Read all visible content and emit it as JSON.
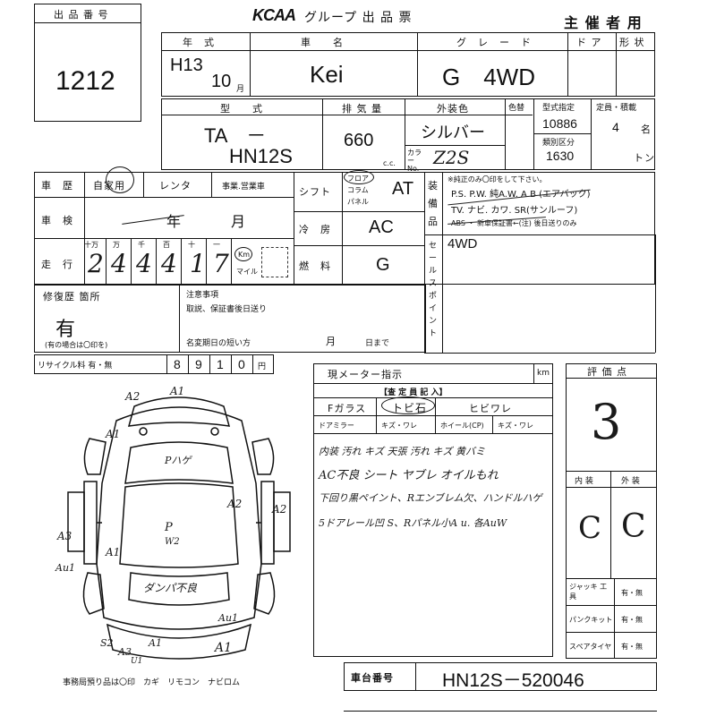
{
  "header": {
    "lot_label": "出 品 番 号",
    "lot_number": "1212",
    "brand": "KCAA",
    "title": "グループ 出 品 票",
    "organizer": "主 催 者 用"
  },
  "row1": {
    "year_label": "年　式",
    "year_era": "H13",
    "year_month": "10",
    "month_unit": "月",
    "name_label": "車　　名",
    "name_value": "Kei",
    "grade_label": "グ　レ　ー　ド",
    "grade_value": "G　4WD",
    "door_label": "ド ア",
    "shape_label": "形 状"
  },
  "row2": {
    "model_label": "型　　式",
    "model_prefix": "TA　－",
    "model_code": "HN12S",
    "displacement_label": "排 気 量",
    "displacement_value": "660",
    "cc_unit": "c.c.",
    "exterior_label": "外装色",
    "exterior_value": "シルバー",
    "color_no_label": "カラー No.",
    "color_no_value": "Z2S",
    "orig_color_label": "色替",
    "type_designation_label": "型式指定",
    "type_designation_value": "10886",
    "category_label": "類別区分",
    "category_value": "1630",
    "capacity_label": "定員・積載",
    "capacity_value": "4",
    "capacity_unit": "名",
    "load_unit": "トン"
  },
  "section3": {
    "history_label": "車　歴",
    "history_private": "自家用",
    "history_rental": "レンタ",
    "history_business": "事業.営業車",
    "inspection_label": "車　検",
    "inspection_year": "年",
    "inspection_month": "月",
    "mileage_label": "走　行",
    "digit_labels": [
      "十万",
      "万",
      "千",
      "百",
      "十",
      "一"
    ],
    "mileage_digits": [
      "2",
      "4",
      "4",
      "4",
      "1",
      "7"
    ],
    "km_label": "Km",
    "mile_label": "マイル",
    "shift_label": "シフト",
    "shift_options": [
      "フロア",
      "コラム",
      "パネル"
    ],
    "shift_value": "AT",
    "ac_label": "冷　房",
    "ac_value": "AC",
    "fuel_label": "燃　料",
    "fuel_value": "G",
    "equipment_label": "装備品",
    "equipment_note": "※純正のみ〇印をして下さい。",
    "equipment_lines": [
      "P.S. P.W. 純A.W. A B (エアバック)",
      "TV. ナビ. カワ. SR(サンルーフ)",
      "ABS ・ 新車保証書←(注) 後日送りのみ"
    ],
    "sales_point_label": "セールスポイント",
    "sales_point_value": "4WD"
  },
  "section4": {
    "repair_label": "修復歴 箇所",
    "repair_value": "有",
    "repair_note": "(有の場合は〇印を)",
    "notes_label": "注意事項",
    "notes_value": "取説、保証書後日送り",
    "transfer_label": "名変期日の短い方",
    "transfer_month": "月",
    "transfer_day": "日まで",
    "recycle_label": "リサイクル料 有・無",
    "recycle_digits": [
      "8",
      "9",
      "1",
      "0",
      "円"
    ]
  },
  "inspection": {
    "meter_label": "現メーター指示",
    "km_unit": "km",
    "inspector_header": "【査 定 員 記 入】",
    "glass_label": "Fガラス",
    "glass_value": "トビ石",
    "glass_crack": "ヒビワレ",
    "mirror_label": "ドアミラー",
    "mirror_value": "キズ・ワレ",
    "wheel_label": "ホイール(CP)",
    "wheel_value": "キズ・ワレ",
    "remarks": [
      "内装 汚れ キズ 天張 汚れ キズ 黄バミ",
      "AC不良 シート ヤブレ オイルもれ",
      "下回り黒ペイント、Rエンブレム欠、ハンドルハゲ",
      "5ドアレール凹 S、Rパネル小A u. 各AuW"
    ]
  },
  "rating": {
    "label": "評 価 点",
    "score": "3",
    "interior_label": "内 装",
    "exterior_label": "外 装",
    "interior_value": "C",
    "exterior_value": "C",
    "jack_label": "ジャッキ 工具",
    "jack_value": "有・無",
    "puncture_label": "パンクキット",
    "puncture_value": "有・無",
    "spare_label": "スペアタイヤ",
    "spare_value": "有・無"
  },
  "chassis": {
    "label": "車台番号",
    "value": "HN12S－520046"
  },
  "footer": {
    "office_note": "事務局預り品は〇印　カギ　リモコン　ナビロム"
  },
  "diagram_marks": [
    {
      "text": "A2",
      "name": "mark-a2-front"
    },
    {
      "text": "A1",
      "name": "mark-a1-front"
    },
    {
      "text": "A1",
      "name": "mark-a1-fender-left"
    },
    {
      "text": "Pハゲ",
      "name": "mark-p-peel"
    },
    {
      "text": "A2",
      "name": "mark-a2-right"
    },
    {
      "text": "A2",
      "name": "mark-a2-right-outer"
    },
    {
      "text": "P",
      "name": "mark-p-roof"
    },
    {
      "text": "W2",
      "name": "mark-w2-roof"
    },
    {
      "text": "A3",
      "name": "mark-a3-left"
    },
    {
      "text": "A1",
      "name": "mark-a1-left"
    },
    {
      "text": "Au1",
      "name": "mark-au1-left"
    },
    {
      "text": "ダンパ不良",
      "name": "mark-damper-defect"
    },
    {
      "text": "Au1",
      "name": "mark-au1-right"
    },
    {
      "text": "A1",
      "name": "mark-a1-rear-right"
    },
    {
      "text": "A3",
      "name": "mark-a3-rear"
    },
    {
      "text": "U1",
      "name": "mark-u1-rear"
    },
    {
      "text": "S2",
      "name": "mark-s2-rear"
    },
    {
      "text": "A1",
      "name": "mark-a1-rear"
    }
  ]
}
